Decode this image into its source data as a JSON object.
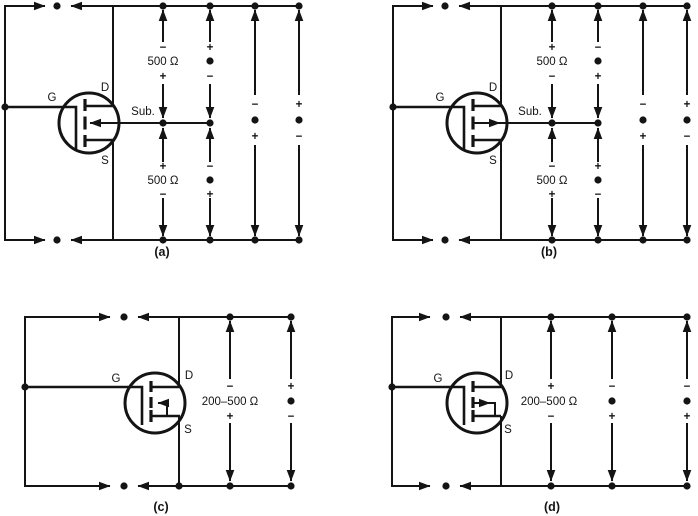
{
  "figure": {
    "background": "#ffffff",
    "ink": "#141414",
    "panels": {
      "a": {
        "caption": "(a)",
        "gate_label": "G",
        "drain_label": "D",
        "source_label": "S",
        "substrate_label": "Sub.",
        "substrate_arrow": "in",
        "meter_d_sub": {
          "sign_top": "−",
          "reading": "500 Ω",
          "sign_bottom": "+"
        },
        "meter_d_sub_rev": {
          "sign_top": "+",
          "sign_bottom": "−"
        },
        "meter_s_sub": {
          "sign_top": "+",
          "reading": "500 Ω",
          "sign_bottom": "−"
        },
        "meter_s_sub_rev": {
          "sign_top": "−",
          "sign_bottom": "+"
        },
        "meter_ds": {
          "sign_top": "−",
          "sign_bottom": "+"
        },
        "meter_ds_rev": {
          "sign_top": "+",
          "sign_bottom": "−"
        }
      },
      "b": {
        "caption": "(b)",
        "gate_label": "G",
        "drain_label": "D",
        "source_label": "S",
        "substrate_label": "Sub.",
        "substrate_arrow": "out",
        "meter_d_sub": {
          "sign_top": "+",
          "reading": "500 Ω",
          "sign_bottom": "−"
        },
        "meter_d_sub_rev": {
          "sign_top": "−",
          "sign_bottom": "+"
        },
        "meter_s_sub": {
          "sign_top": "−",
          "reading": "500 Ω",
          "sign_bottom": "+"
        },
        "meter_s_sub_rev": {
          "sign_top": "+",
          "sign_bottom": "−"
        },
        "meter_ds": {
          "sign_top": "−",
          "sign_bottom": "+"
        },
        "meter_ds_rev": {
          "sign_top": "+",
          "sign_bottom": "−"
        }
      },
      "c": {
        "caption": "(c)",
        "gate_label": "G",
        "drain_label": "D",
        "source_label": "S",
        "substrate_arrow": "in",
        "meter_ds": {
          "sign_top": "−",
          "reading": "200–500 Ω",
          "sign_bottom": "+"
        },
        "meter_ds_rev": {
          "sign_top": "+",
          "sign_bottom": "−"
        }
      },
      "d": {
        "caption": "(d)",
        "gate_label": "G",
        "drain_label": "D",
        "source_label": "S",
        "substrate_arrow": "out",
        "meter_ds": {
          "sign_top": "+",
          "reading": "200–500 Ω",
          "sign_bottom": "−"
        },
        "meter_ds_rev": {
          "sign_top": "−",
          "sign_bottom": "+"
        },
        "meter_ds_rev2": {
          "sign_top": "−",
          "sign_bottom": "+"
        }
      }
    }
  }
}
